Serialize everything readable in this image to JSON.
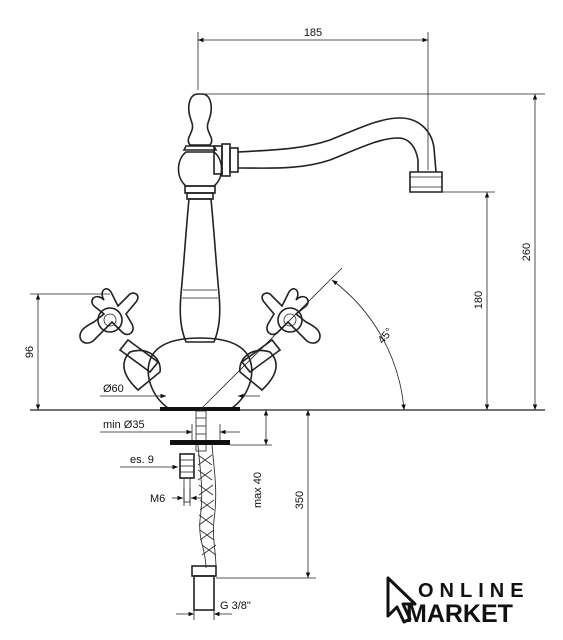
{
  "dimensions": {
    "spout_reach": "185",
    "total_height": "260",
    "spout_height": "180",
    "handle_height": "96",
    "angle": "45°",
    "base_diameter": "Ø60",
    "hole_diameter": "min Ø35",
    "thickness": "es. 9",
    "thread": "M6",
    "max_deck": "max 40",
    "hose_length": "350",
    "connection": "G 3/8\""
  },
  "logo": {
    "line1": "ONLINE",
    "line2": "MARKET"
  }
}
